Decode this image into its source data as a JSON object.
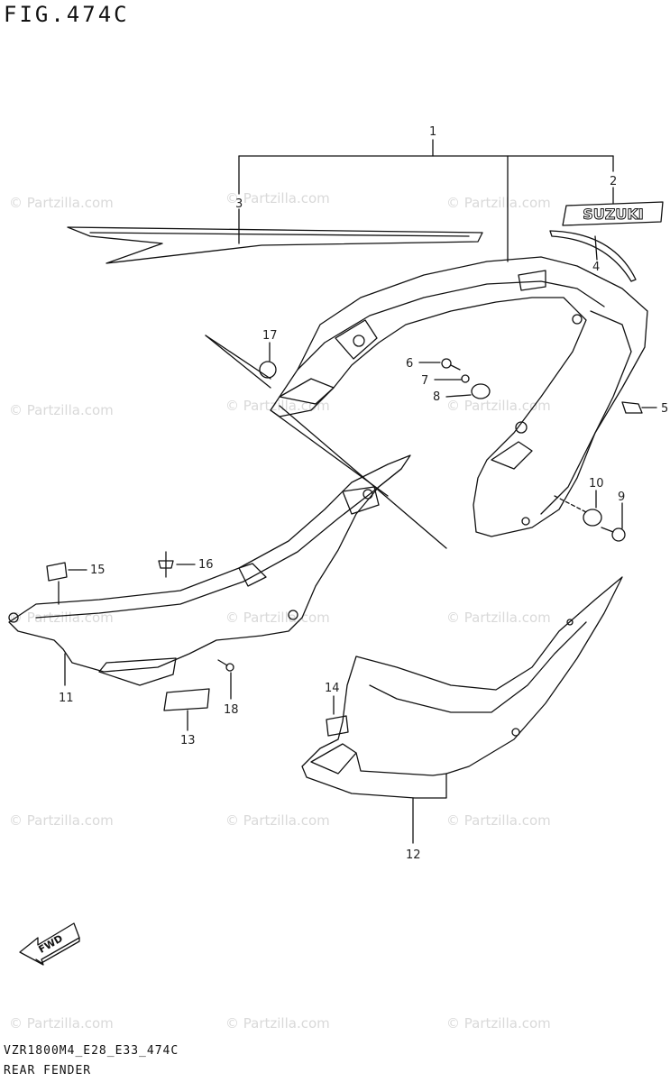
{
  "figure": {
    "title": "FIG.474C",
    "code": "VZR1800M4_E28_E33_474C",
    "name": "REAR FENDER"
  },
  "watermark": "© Partzilla.com",
  "logo_text": "SUZUKI",
  "fwd_text": "FWD",
  "callouts": [
    "1",
    "2",
    "3",
    "4",
    "5",
    "6",
    "7",
    "8",
    "9",
    "10",
    "11",
    "12",
    "13",
    "14",
    "15",
    "16",
    "17",
    "18"
  ],
  "colors": {
    "line": "#111111",
    "watermark": "#d9d9d9",
    "background": "#ffffff"
  }
}
